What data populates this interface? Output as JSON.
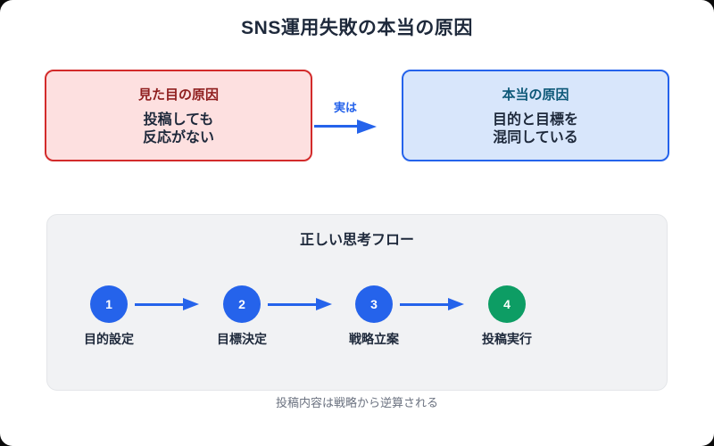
{
  "page": {
    "title": "SNS運用失敗の本当の原因",
    "caption": "投稿内容は戦略から逆算される"
  },
  "comparison": {
    "left_box": {
      "header": "見た目の原因",
      "line1": "投稿しても",
      "line2": "反応がない",
      "border_color": "#d32b2b",
      "bg_color": "#fde0e0",
      "header_color": "#8f1e1e"
    },
    "arrow_label": "実は",
    "arrow_color": "#2563eb",
    "right_box": {
      "header": "本当の原因",
      "line1": "目的と目標を",
      "line2": "混同している",
      "border_color": "#2563eb",
      "bg_color": "#d8e6fb",
      "header_color": "#0d5878"
    }
  },
  "flow": {
    "title": "正しい思考フロー",
    "steps": [
      {
        "number": "1",
        "label": "目的設定",
        "color": "#2563eb"
      },
      {
        "number": "2",
        "label": "目標決定",
        "color": "#2563eb"
      },
      {
        "number": "3",
        "label": "戦略立案",
        "color": "#2563eb"
      },
      {
        "number": "4",
        "label": "投稿実行",
        "color": "#0d9d64"
      }
    ]
  }
}
